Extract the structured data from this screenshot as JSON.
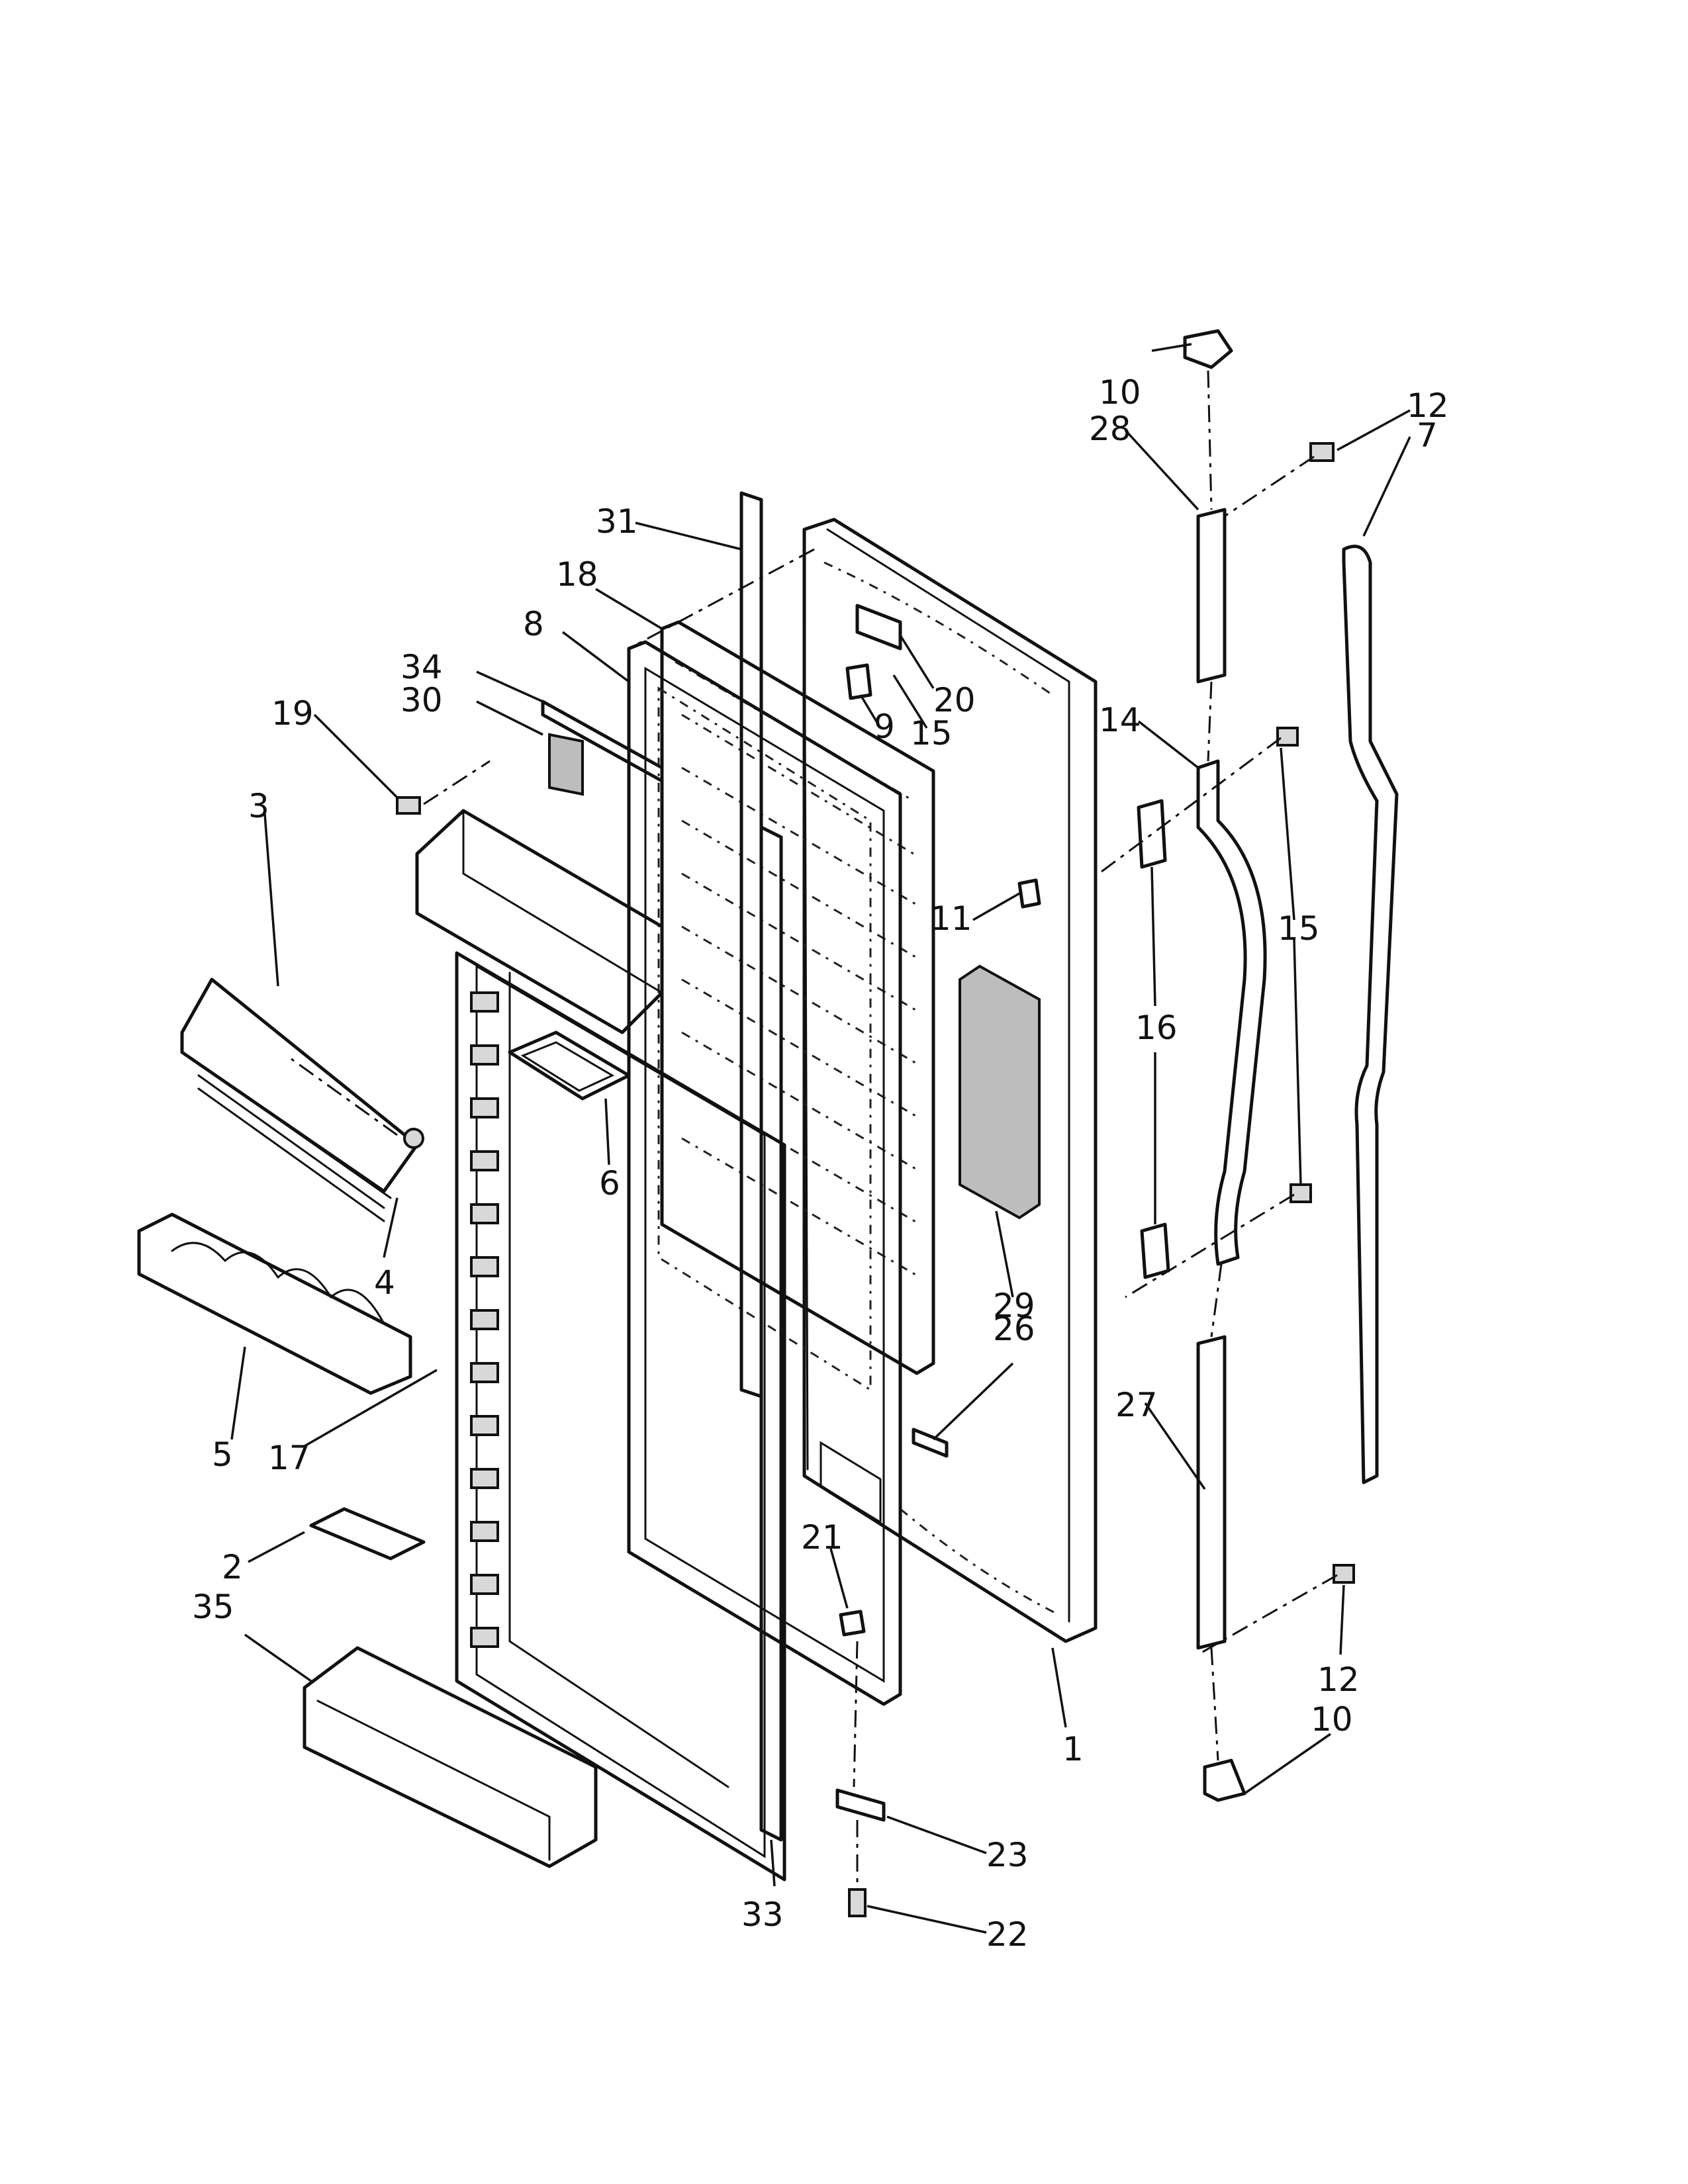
{
  "diagram": {
    "callouts": [
      {
        "id": "c10a",
        "label": "10"
      },
      {
        "id": "c12a",
        "label": "12"
      },
      {
        "id": "c7",
        "label": "7"
      },
      {
        "id": "c28",
        "label": "28"
      },
      {
        "id": "c31",
        "label": "31"
      },
      {
        "id": "c18",
        "label": "18"
      },
      {
        "id": "c20",
        "label": "20"
      },
      {
        "id": "c9",
        "label": "9"
      },
      {
        "id": "c15a",
        "label": "15"
      },
      {
        "id": "c34",
        "label": "34"
      },
      {
        "id": "c8",
        "label": "8"
      },
      {
        "id": "c30",
        "label": "30"
      },
      {
        "id": "c19",
        "label": "19"
      },
      {
        "id": "c14",
        "label": "14"
      },
      {
        "id": "c3",
        "label": "3"
      },
      {
        "id": "c11",
        "label": "11"
      },
      {
        "id": "c15b",
        "label": "15"
      },
      {
        "id": "c16",
        "label": "16"
      },
      {
        "id": "c6",
        "label": "6"
      },
      {
        "id": "c4",
        "label": "4"
      },
      {
        "id": "c29",
        "label": "29"
      },
      {
        "id": "c26",
        "label": "26"
      },
      {
        "id": "c5",
        "label": "5"
      },
      {
        "id": "c17",
        "label": "17"
      },
      {
        "id": "c27",
        "label": "27"
      },
      {
        "id": "c2",
        "label": "2"
      },
      {
        "id": "c21",
        "label": "21"
      },
      {
        "id": "c35",
        "label": "35"
      },
      {
        "id": "c12b",
        "label": "12"
      },
      {
        "id": "c1",
        "label": "1"
      },
      {
        "id": "c10b",
        "label": "10"
      },
      {
        "id": "c23",
        "label": "23"
      },
      {
        "id": "c33",
        "label": "33"
      },
      {
        "id": "c22",
        "label": "22"
      }
    ]
  }
}
